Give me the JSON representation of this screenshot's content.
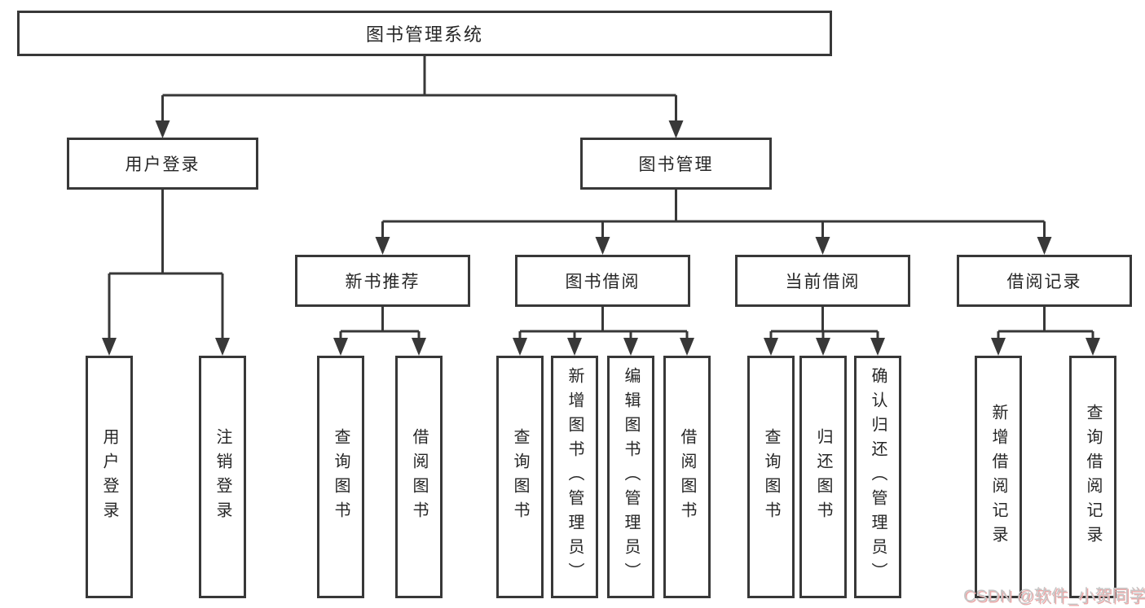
{
  "diagram": {
    "root": "图书管理系统",
    "user_login": {
      "label": "用户登录",
      "children": [
        "用户登录",
        "注销登录"
      ]
    },
    "book_management": {
      "label": "图书管理",
      "sections": [
        {
          "label": "新书推荐",
          "children": [
            "查询图书",
            "借阅图书"
          ]
        },
        {
          "label": "图书借阅",
          "children": [
            "查询图书",
            "新增图书（管理员）",
            "编辑图书（管理员）",
            "借阅图书"
          ]
        },
        {
          "label": "当前借阅",
          "children": [
            "查询图书",
            "归还图书",
            "确认归还（管理员）"
          ]
        },
        {
          "label": "借阅记录",
          "children": [
            "新增借阅记录",
            "查询借阅记录"
          ]
        }
      ]
    }
  },
  "watermark": {
    "text": "CSDN @软件_小贺同学"
  },
  "colors": {
    "line": "#383838",
    "text": "#262626",
    "background": "#ffffff",
    "watermark": "#c6c6c6",
    "watermark_shadow": "#eaa9a9"
  }
}
